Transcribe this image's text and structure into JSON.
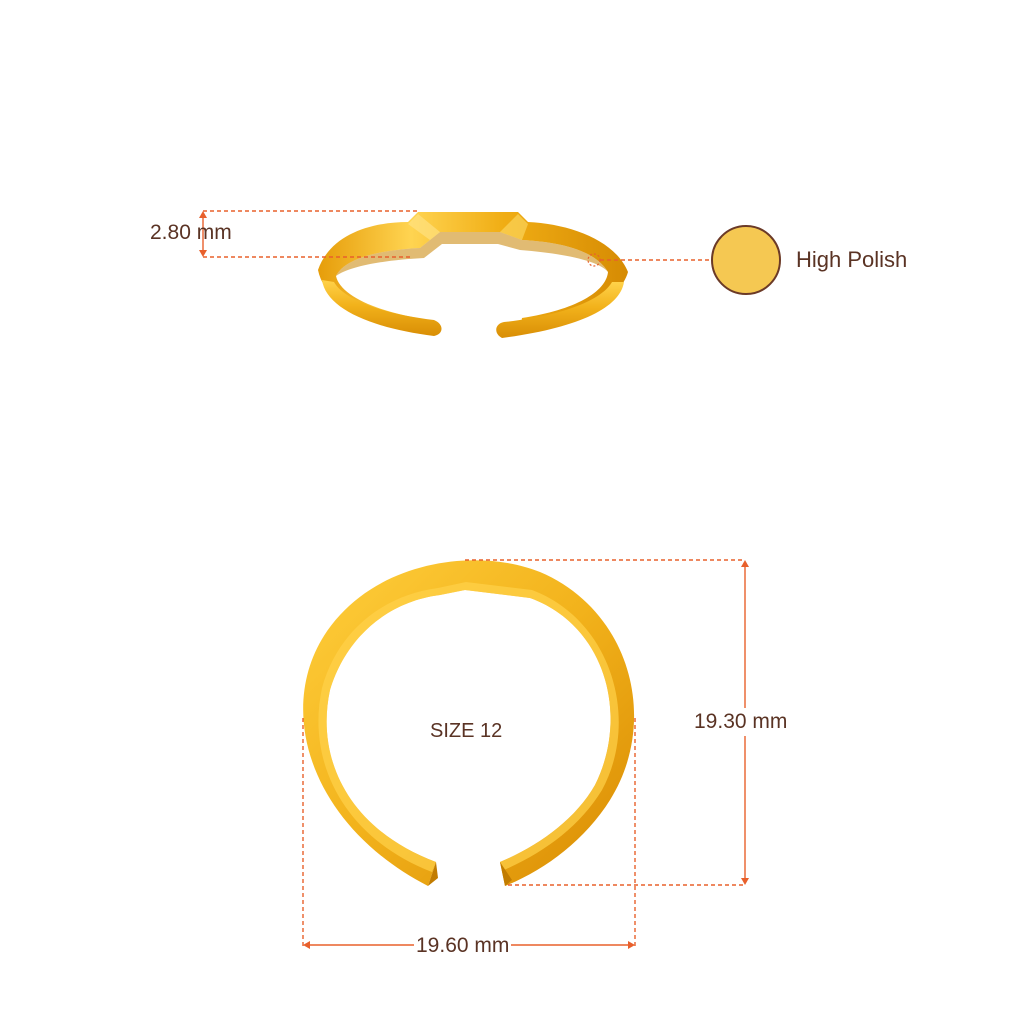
{
  "dimensions": {
    "thickness": "2.80 mm",
    "height": "19.30 mm",
    "width": "19.60 mm"
  },
  "finish": {
    "label": "High Polish",
    "swatch_color": "#f5c852",
    "swatch_border": "#6b3a27"
  },
  "size_label": "SIZE 12",
  "colors": {
    "gold": "#f2b21b",
    "gold_dark": "#c97f00",
    "gold_light": "#ffd451",
    "dimension_line": "#e8602c",
    "text": "#5a3324"
  }
}
